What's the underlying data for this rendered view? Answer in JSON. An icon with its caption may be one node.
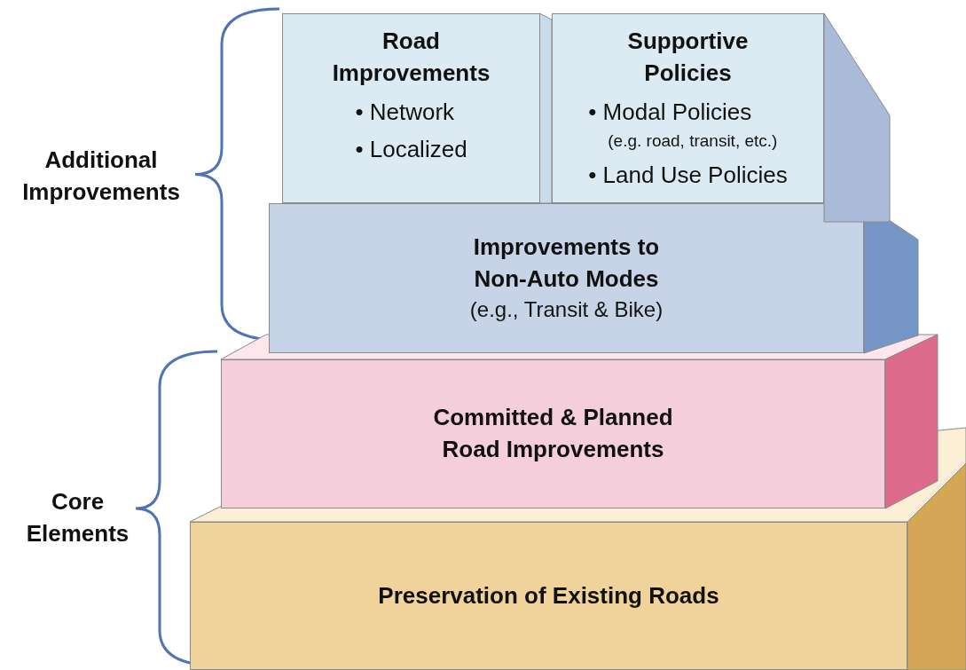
{
  "diagram": {
    "nodes": [
      {
        "text": [
          "Road Improvements",
          "• Network",
          "• Localized"
        ]
      },
      {
        "text": [
          "Supportive Policies",
          "• Modal Policies",
          "(e.g. road, transit, etc.)",
          "• Land Use Policies"
        ]
      },
      {
        "text": [
          "Improvements to Non-Auto Modes",
          "(e.g., Transit & Bike)"
        ]
      },
      {
        "text": [
          "Committed & Planned Road Improvements"
        ]
      },
      {
        "text": [
          "Preservation of Existing Roads"
        ]
      }
    ],
    "edges": [],
    "labels": [
      "Additional Improvements",
      "Core Elements"
    ]
  }
}
